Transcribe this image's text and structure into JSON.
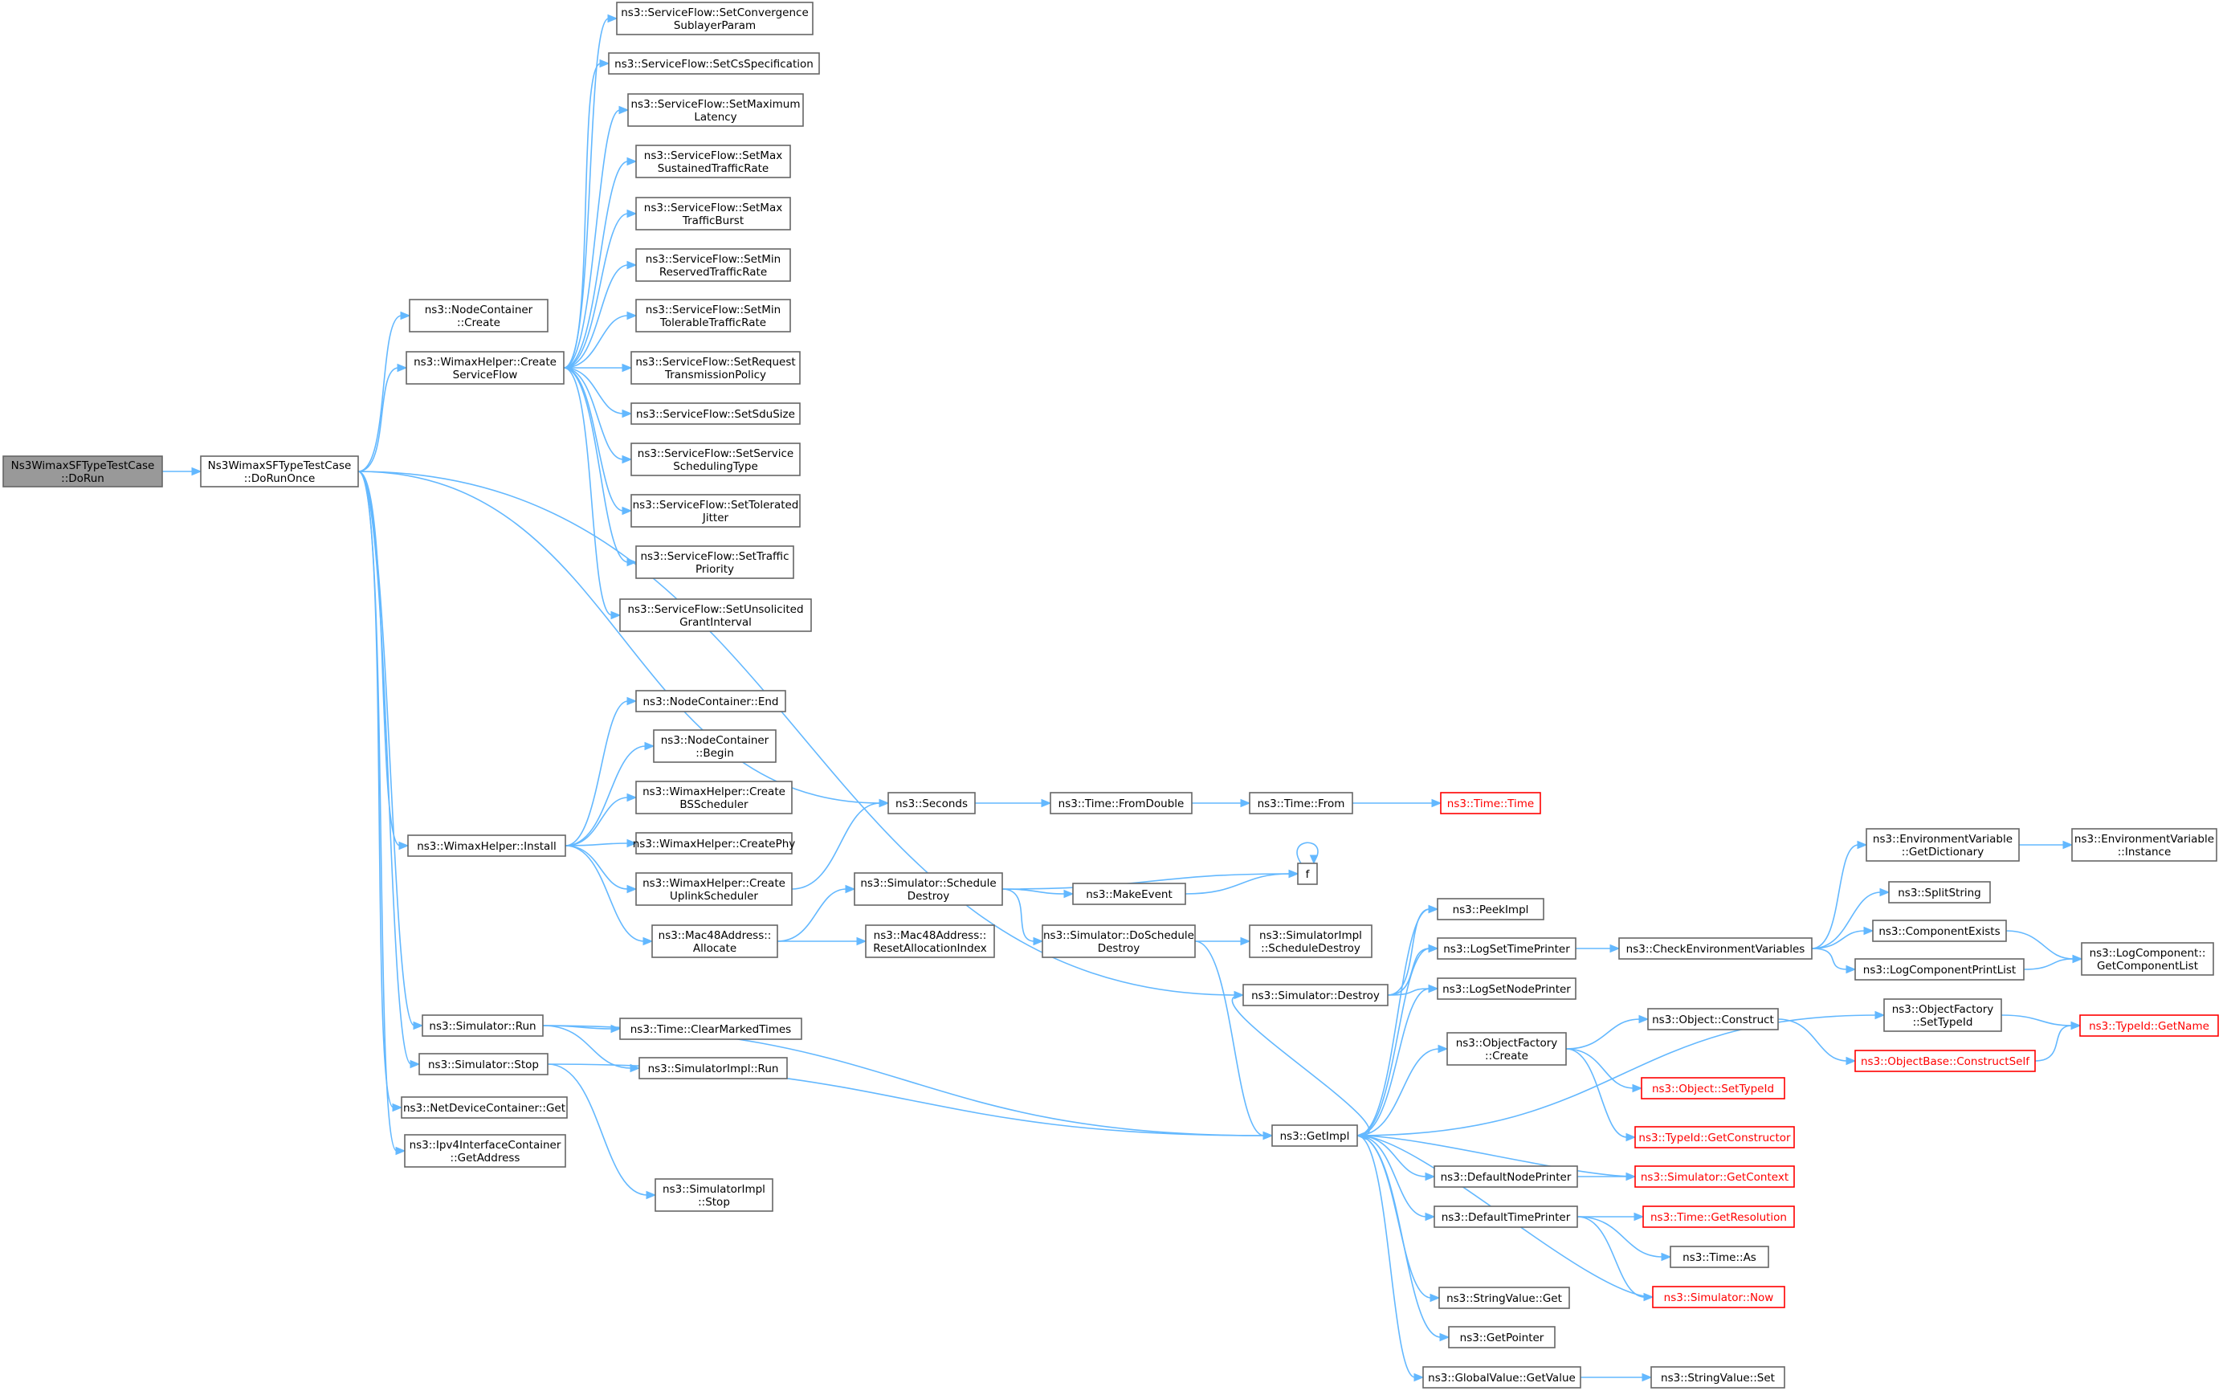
{
  "diagram": {
    "type": "call-graph",
    "colors": {
      "edge": "#63b8ff",
      "root_fill": "#999999",
      "node_border": "#666666",
      "missing_border": "#ff0000"
    },
    "nodes": [
      {
        "id": "root",
        "lines": [
          "Ns3WimaxSFTypeTestCase",
          "::DoRun"
        ],
        "style": "root"
      },
      {
        "id": "dorunonce",
        "lines": [
          "Ns3WimaxSFTypeTestCase",
          "::DoRunOnce"
        ]
      },
      {
        "id": "nc_create",
        "lines": [
          "ns3::NodeContainer",
          "::Create"
        ]
      },
      {
        "id": "wh_csf",
        "lines": [
          "ns3::WimaxHelper::Create",
          "ServiceFlow"
        ]
      },
      {
        "id": "sf_conv",
        "lines": [
          "ns3::ServiceFlow::SetConvergence",
          "SublayerParam"
        ]
      },
      {
        "id": "sf_cs",
        "lines": [
          "ns3::ServiceFlow::SetCsSpecification"
        ]
      },
      {
        "id": "sf_maxlat",
        "lines": [
          "ns3::ServiceFlow::SetMaximum",
          "Latency"
        ]
      },
      {
        "id": "sf_maxsus",
        "lines": [
          "ns3::ServiceFlow::SetMax",
          "SustainedTrafficRate"
        ]
      },
      {
        "id": "sf_maxburst",
        "lines": [
          "ns3::ServiceFlow::SetMax",
          "TrafficBurst"
        ]
      },
      {
        "id": "sf_minres",
        "lines": [
          "ns3::ServiceFlow::SetMin",
          "ReservedTrafficRate"
        ]
      },
      {
        "id": "sf_mintol",
        "lines": [
          "ns3::ServiceFlow::SetMin",
          "TolerableTrafficRate"
        ]
      },
      {
        "id": "sf_reqtx",
        "lines": [
          "ns3::ServiceFlow::SetRequest",
          "TransmissionPolicy"
        ]
      },
      {
        "id": "sf_sdu",
        "lines": [
          "ns3::ServiceFlow::SetSduSize"
        ]
      },
      {
        "id": "sf_svc",
        "lines": [
          "ns3::ServiceFlow::SetService",
          "SchedulingType"
        ]
      },
      {
        "id": "sf_jitter",
        "lines": [
          "ns3::ServiceFlow::SetTolerated",
          "Jitter"
        ]
      },
      {
        "id": "sf_prio",
        "lines": [
          "ns3::ServiceFlow::SetTraffic",
          "Priority"
        ]
      },
      {
        "id": "sf_grant",
        "lines": [
          "ns3::ServiceFlow::SetUnsolicited",
          "GrantInterval"
        ]
      },
      {
        "id": "nc_end",
        "lines": [
          "ns3::NodeContainer::End"
        ]
      },
      {
        "id": "nc_begin",
        "lines": [
          "ns3::NodeContainer",
          "::Begin"
        ]
      },
      {
        "id": "wh_bss",
        "lines": [
          "ns3::WimaxHelper::Create",
          "BSScheduler"
        ]
      },
      {
        "id": "wh_phy",
        "lines": [
          "ns3::WimaxHelper::CreatePhy"
        ]
      },
      {
        "id": "wh_uplink",
        "lines": [
          "ns3::WimaxHelper::Create",
          "UplinkScheduler"
        ]
      },
      {
        "id": "wh_install",
        "lines": [
          "ns3::WimaxHelper::Install"
        ]
      },
      {
        "id": "mac_alloc",
        "lines": [
          "ns3::Mac48Address::",
          "Allocate"
        ]
      },
      {
        "id": "mac_reset",
        "lines": [
          "ns3::Mac48Address::",
          "ResetAllocationIndex"
        ]
      },
      {
        "id": "seconds",
        "lines": [
          "ns3::Seconds"
        ]
      },
      {
        "id": "fromdouble",
        "lines": [
          "ns3::Time::FromDouble"
        ]
      },
      {
        "id": "timefrom",
        "lines": [
          "ns3::Time::From"
        ]
      },
      {
        "id": "timetime",
        "lines": [
          "ns3::Time::Time"
        ],
        "style": "red"
      },
      {
        "id": "sim_sched",
        "lines": [
          "ns3::Simulator::Schedule",
          "Destroy"
        ]
      },
      {
        "id": "makeevent",
        "lines": [
          "ns3::MakeEvent"
        ]
      },
      {
        "id": "f",
        "lines": [
          "f"
        ]
      },
      {
        "id": "sim_dosched",
        "lines": [
          "ns3::Simulator::DoSchedule",
          "Destroy"
        ]
      },
      {
        "id": "simimpl_sched",
        "lines": [
          "ns3::SimulatorImpl",
          "::ScheduleDestroy"
        ]
      },
      {
        "id": "sim_destroy",
        "lines": [
          "ns3::Simulator::Destroy"
        ]
      },
      {
        "id": "sim_run",
        "lines": [
          "ns3::Simulator::Run"
        ]
      },
      {
        "id": "clearmarked",
        "lines": [
          "ns3::Time::ClearMarkedTimes"
        ]
      },
      {
        "id": "simimpl_run",
        "lines": [
          "ns3::SimulatorImpl::Run"
        ]
      },
      {
        "id": "sim_stop",
        "lines": [
          "ns3::Simulator::Stop"
        ]
      },
      {
        "id": "ndc_get",
        "lines": [
          "ns3::NetDeviceContainer::Get"
        ]
      },
      {
        "id": "ipv4_addr",
        "lines": [
          "ns3::Ipv4InterfaceContainer",
          "::GetAddress"
        ]
      },
      {
        "id": "simimpl_stop",
        "lines": [
          "ns3::SimulatorImpl",
          "::Stop"
        ]
      },
      {
        "id": "getimpl",
        "lines": [
          "ns3::GetImpl"
        ]
      },
      {
        "id": "peekimpl",
        "lines": [
          "ns3::PeekImpl"
        ]
      },
      {
        "id": "logsettime",
        "lines": [
          "ns3::LogSetTimePrinter"
        ]
      },
      {
        "id": "logsetnode",
        "lines": [
          "ns3::LogSetNodePrinter"
        ]
      },
      {
        "id": "checkenv",
        "lines": [
          "ns3::CheckEnvironmentVariables"
        ]
      },
      {
        "id": "env_dict",
        "lines": [
          "ns3::EnvironmentVariable",
          "::GetDictionary"
        ]
      },
      {
        "id": "env_inst",
        "lines": [
          "ns3::EnvironmentVariable",
          "::Instance"
        ]
      },
      {
        "id": "splitstring",
        "lines": [
          "ns3::SplitString"
        ]
      },
      {
        "id": "compexists",
        "lines": [
          "ns3::ComponentExists"
        ]
      },
      {
        "id": "logcomplist",
        "lines": [
          "ns3::LogComponentPrintList"
        ]
      },
      {
        "id": "getcomplist",
        "lines": [
          "ns3::LogComponent::",
          "GetComponentList"
        ]
      },
      {
        "id": "of_settype",
        "lines": [
          "ns3::ObjectFactory",
          "::SetTypeId"
        ]
      },
      {
        "id": "typeid_getname",
        "lines": [
          "ns3::TypeId::GetName"
        ],
        "style": "red"
      },
      {
        "id": "of_create",
        "lines": [
          "ns3::ObjectFactory",
          "::Create"
        ]
      },
      {
        "id": "obj_construct",
        "lines": [
          "ns3::Object::Construct"
        ]
      },
      {
        "id": "objbase_cs",
        "lines": [
          "ns3::ObjectBase::ConstructSelf"
        ],
        "style": "red"
      },
      {
        "id": "obj_settype",
        "lines": [
          "ns3::Object::SetTypeId"
        ],
        "style": "red"
      },
      {
        "id": "typeid_getctor",
        "lines": [
          "ns3::TypeId::GetConstructor"
        ],
        "style": "red"
      },
      {
        "id": "defnodeprinter",
        "lines": [
          "ns3::DefaultNodePrinter"
        ]
      },
      {
        "id": "sim_getctx",
        "lines": [
          "ns3::Simulator::GetContext"
        ],
        "style": "red"
      },
      {
        "id": "deftimeprinter",
        "lines": [
          "ns3::DefaultTimePrinter"
        ]
      },
      {
        "id": "time_getres",
        "lines": [
          "ns3::Time::GetResolution"
        ],
        "style": "red"
      },
      {
        "id": "time_as",
        "lines": [
          "ns3::Time::As"
        ]
      },
      {
        "id": "sim_now",
        "lines": [
          "ns3::Simulator::Now"
        ],
        "style": "red"
      },
      {
        "id": "strval_get",
        "lines": [
          "ns3::StringValue::Get"
        ]
      },
      {
        "id": "getpointer",
        "lines": [
          "ns3::GetPointer"
        ]
      },
      {
        "id": "gv_getvalue",
        "lines": [
          "ns3::GlobalValue::GetValue"
        ]
      },
      {
        "id": "strval_set",
        "lines": [
          "ns3::StringValue::Set"
        ]
      }
    ],
    "edges": [
      [
        "root",
        "dorunonce"
      ],
      [
        "dorunonce",
        "nc_create"
      ],
      [
        "dorunonce",
        "wh_csf"
      ],
      [
        "dorunonce",
        "seconds"
      ],
      [
        "dorunonce",
        "wh_install"
      ],
      [
        "dorunonce",
        "sim_destroy"
      ],
      [
        "dorunonce",
        "sim_run"
      ],
      [
        "dorunonce",
        "sim_stop"
      ],
      [
        "dorunonce",
        "ndc_get"
      ],
      [
        "dorunonce",
        "ipv4_addr"
      ],
      [
        "wh_csf",
        "sf_conv"
      ],
      [
        "wh_csf",
        "sf_cs"
      ],
      [
        "wh_csf",
        "sf_maxlat"
      ],
      [
        "wh_csf",
        "sf_maxsus"
      ],
      [
        "wh_csf",
        "sf_maxburst"
      ],
      [
        "wh_csf",
        "sf_minres"
      ],
      [
        "wh_csf",
        "sf_mintol"
      ],
      [
        "wh_csf",
        "sf_reqtx"
      ],
      [
        "wh_csf",
        "sf_sdu"
      ],
      [
        "wh_csf",
        "sf_svc"
      ],
      [
        "wh_csf",
        "sf_jitter"
      ],
      [
        "wh_csf",
        "sf_prio"
      ],
      [
        "wh_csf",
        "sf_grant"
      ],
      [
        "wh_install",
        "nc_end"
      ],
      [
        "wh_install",
        "nc_begin"
      ],
      [
        "wh_install",
        "wh_bss"
      ],
      [
        "wh_install",
        "wh_phy"
      ],
      [
        "wh_install",
        "wh_uplink"
      ],
      [
        "wh_install",
        "mac_alloc"
      ],
      [
        "wh_uplink",
        "seconds"
      ],
      [
        "mac_alloc",
        "sim_sched"
      ],
      [
        "mac_alloc",
        "mac_reset"
      ],
      [
        "seconds",
        "fromdouble"
      ],
      [
        "fromdouble",
        "timefrom"
      ],
      [
        "timefrom",
        "timetime"
      ],
      [
        "sim_sched",
        "makeevent"
      ],
      [
        "sim_sched",
        "f"
      ],
      [
        "sim_sched",
        "sim_dosched"
      ],
      [
        "makeevent",
        "f"
      ],
      [
        "f",
        "f"
      ],
      [
        "sim_dosched",
        "simimpl_sched"
      ],
      [
        "sim_dosched",
        "getimpl"
      ],
      [
        "sim_destroy",
        "getimpl"
      ],
      [
        "sim_destroy",
        "peekimpl"
      ],
      [
        "sim_destroy",
        "logsettime"
      ],
      [
        "sim_destroy",
        "logsetnode"
      ],
      [
        "sim_run",
        "clearmarked"
      ],
      [
        "sim_run",
        "simimpl_run"
      ],
      [
        "sim_run",
        "getimpl"
      ],
      [
        "sim_stop",
        "simimpl_stop"
      ],
      [
        "sim_stop",
        "getimpl"
      ],
      [
        "getimpl",
        "peekimpl"
      ],
      [
        "getimpl",
        "logsettime"
      ],
      [
        "getimpl",
        "logsetnode"
      ],
      [
        "getimpl",
        "of_settype"
      ],
      [
        "getimpl",
        "of_create"
      ],
      [
        "getimpl",
        "defnodeprinter"
      ],
      [
        "getimpl",
        "deftimeprinter"
      ],
      [
        "getimpl",
        "strval_get"
      ],
      [
        "getimpl",
        "getpointer"
      ],
      [
        "getimpl",
        "gv_getvalue"
      ],
      [
        "logsettime",
        "checkenv"
      ],
      [
        "checkenv",
        "env_dict"
      ],
      [
        "checkenv",
        "splitstring"
      ],
      [
        "checkenv",
        "compexists"
      ],
      [
        "checkenv",
        "logcomplist"
      ],
      [
        "env_dict",
        "env_inst"
      ],
      [
        "compexists",
        "getcomplist"
      ],
      [
        "logcomplist",
        "getcomplist"
      ],
      [
        "of_settype",
        "typeid_getname"
      ],
      [
        "of_create",
        "obj_construct"
      ],
      [
        "of_create",
        "obj_settype"
      ],
      [
        "of_create",
        "typeid_getctor"
      ],
      [
        "obj_construct",
        "objbase_cs"
      ],
      [
        "objbase_cs",
        "typeid_getname"
      ],
      [
        "defnodeprinter",
        "sim_getctx"
      ],
      [
        "sim_getctx",
        "getimpl"
      ],
      [
        "deftimeprinter",
        "time_getres"
      ],
      [
        "deftimeprinter",
        "time_as"
      ],
      [
        "deftimeprinter",
        "sim_now"
      ],
      [
        "sim_now",
        "getimpl"
      ],
      [
        "gv_getvalue",
        "strval_set"
      ]
    ]
  }
}
